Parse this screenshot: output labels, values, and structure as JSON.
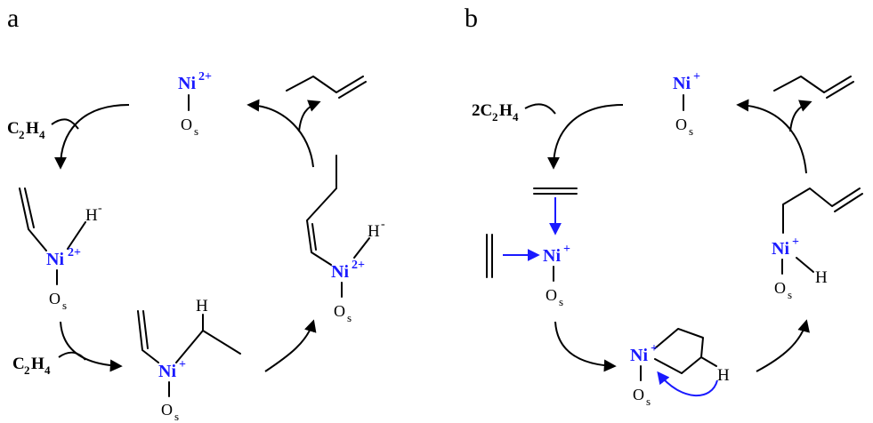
{
  "panels": {
    "a": {
      "label": "a",
      "ni_top": {
        "symbol": "Ni",
        "charge": "2+",
        "support": "O",
        "support_sub": "s"
      },
      "reagent_1": {
        "prefix": "C",
        "sub1": "2",
        "mid": "H",
        "sub2": "4"
      },
      "ni_left": {
        "symbol": "Ni",
        "charge": "2+",
        "hydride": "H",
        "hydride_charge": "-",
        "support": "O",
        "support_sub": "s"
      },
      "reagent_2": {
        "prefix": "C",
        "sub1": "2",
        "mid": "H",
        "sub2": "4"
      },
      "ni_bottom": {
        "symbol": "Ni",
        "charge": "+",
        "h_label": "H",
        "support": "O",
        "support_sub": "s"
      },
      "ni_right": {
        "symbol": "Ni",
        "charge": "2+",
        "hydride": "H",
        "hydride_charge": "-",
        "support": "O",
        "support_sub": "s"
      }
    },
    "b": {
      "label": "b",
      "ni_top": {
        "symbol": "Ni",
        "charge": "+",
        "support": "O",
        "support_sub": "s"
      },
      "reagent": {
        "coef": "2C",
        "sub1": "2",
        "mid": "H",
        "sub2": "4"
      },
      "ni_left": {
        "symbol": "Ni",
        "charge": "+",
        "support": "O",
        "support_sub": "s"
      },
      "ni_bottom": {
        "symbol": "Ni",
        "charge": "+",
        "h_label": "H",
        "support": "O",
        "support_sub": "s"
      },
      "ni_right": {
        "symbol": "Ni",
        "charge": "+",
        "hydride": "H",
        "support": "O",
        "support_sub": "s"
      }
    }
  },
  "colors": {
    "nickel": "#1a1aff",
    "bonds": "#000000",
    "electron_arrows": "#1a1aff"
  }
}
